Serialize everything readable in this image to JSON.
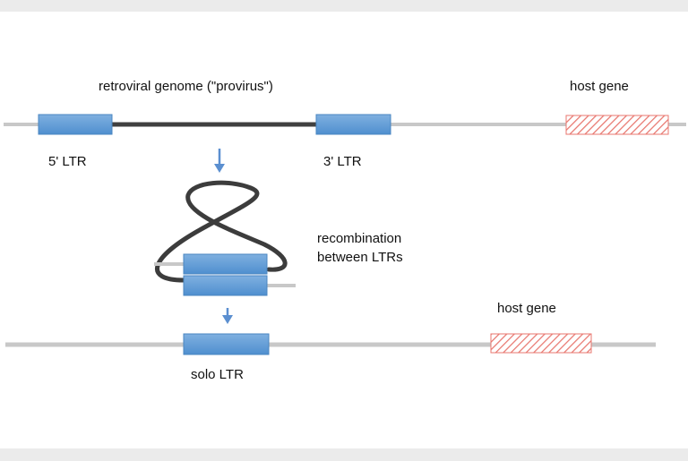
{
  "labels": {
    "provirus": "retroviral genome (\"provirus\")",
    "host_gene_top": "host gene",
    "ltr5": "5' LTR",
    "ltr3": "3' LTR",
    "recombination_line1": "recombination",
    "recombination_line2": "between LTRs",
    "host_gene_bottom": "host gene",
    "solo_ltr": "solo LTR"
  },
  "colors": {
    "ltr_fill": "#5b9bd5",
    "ltr_border": "#4a86c0",
    "host_dna": "#c8c8c8",
    "viral_dna": "#404040",
    "hatch": "#e8776f",
    "arrow": "#5b8fd0"
  }
}
